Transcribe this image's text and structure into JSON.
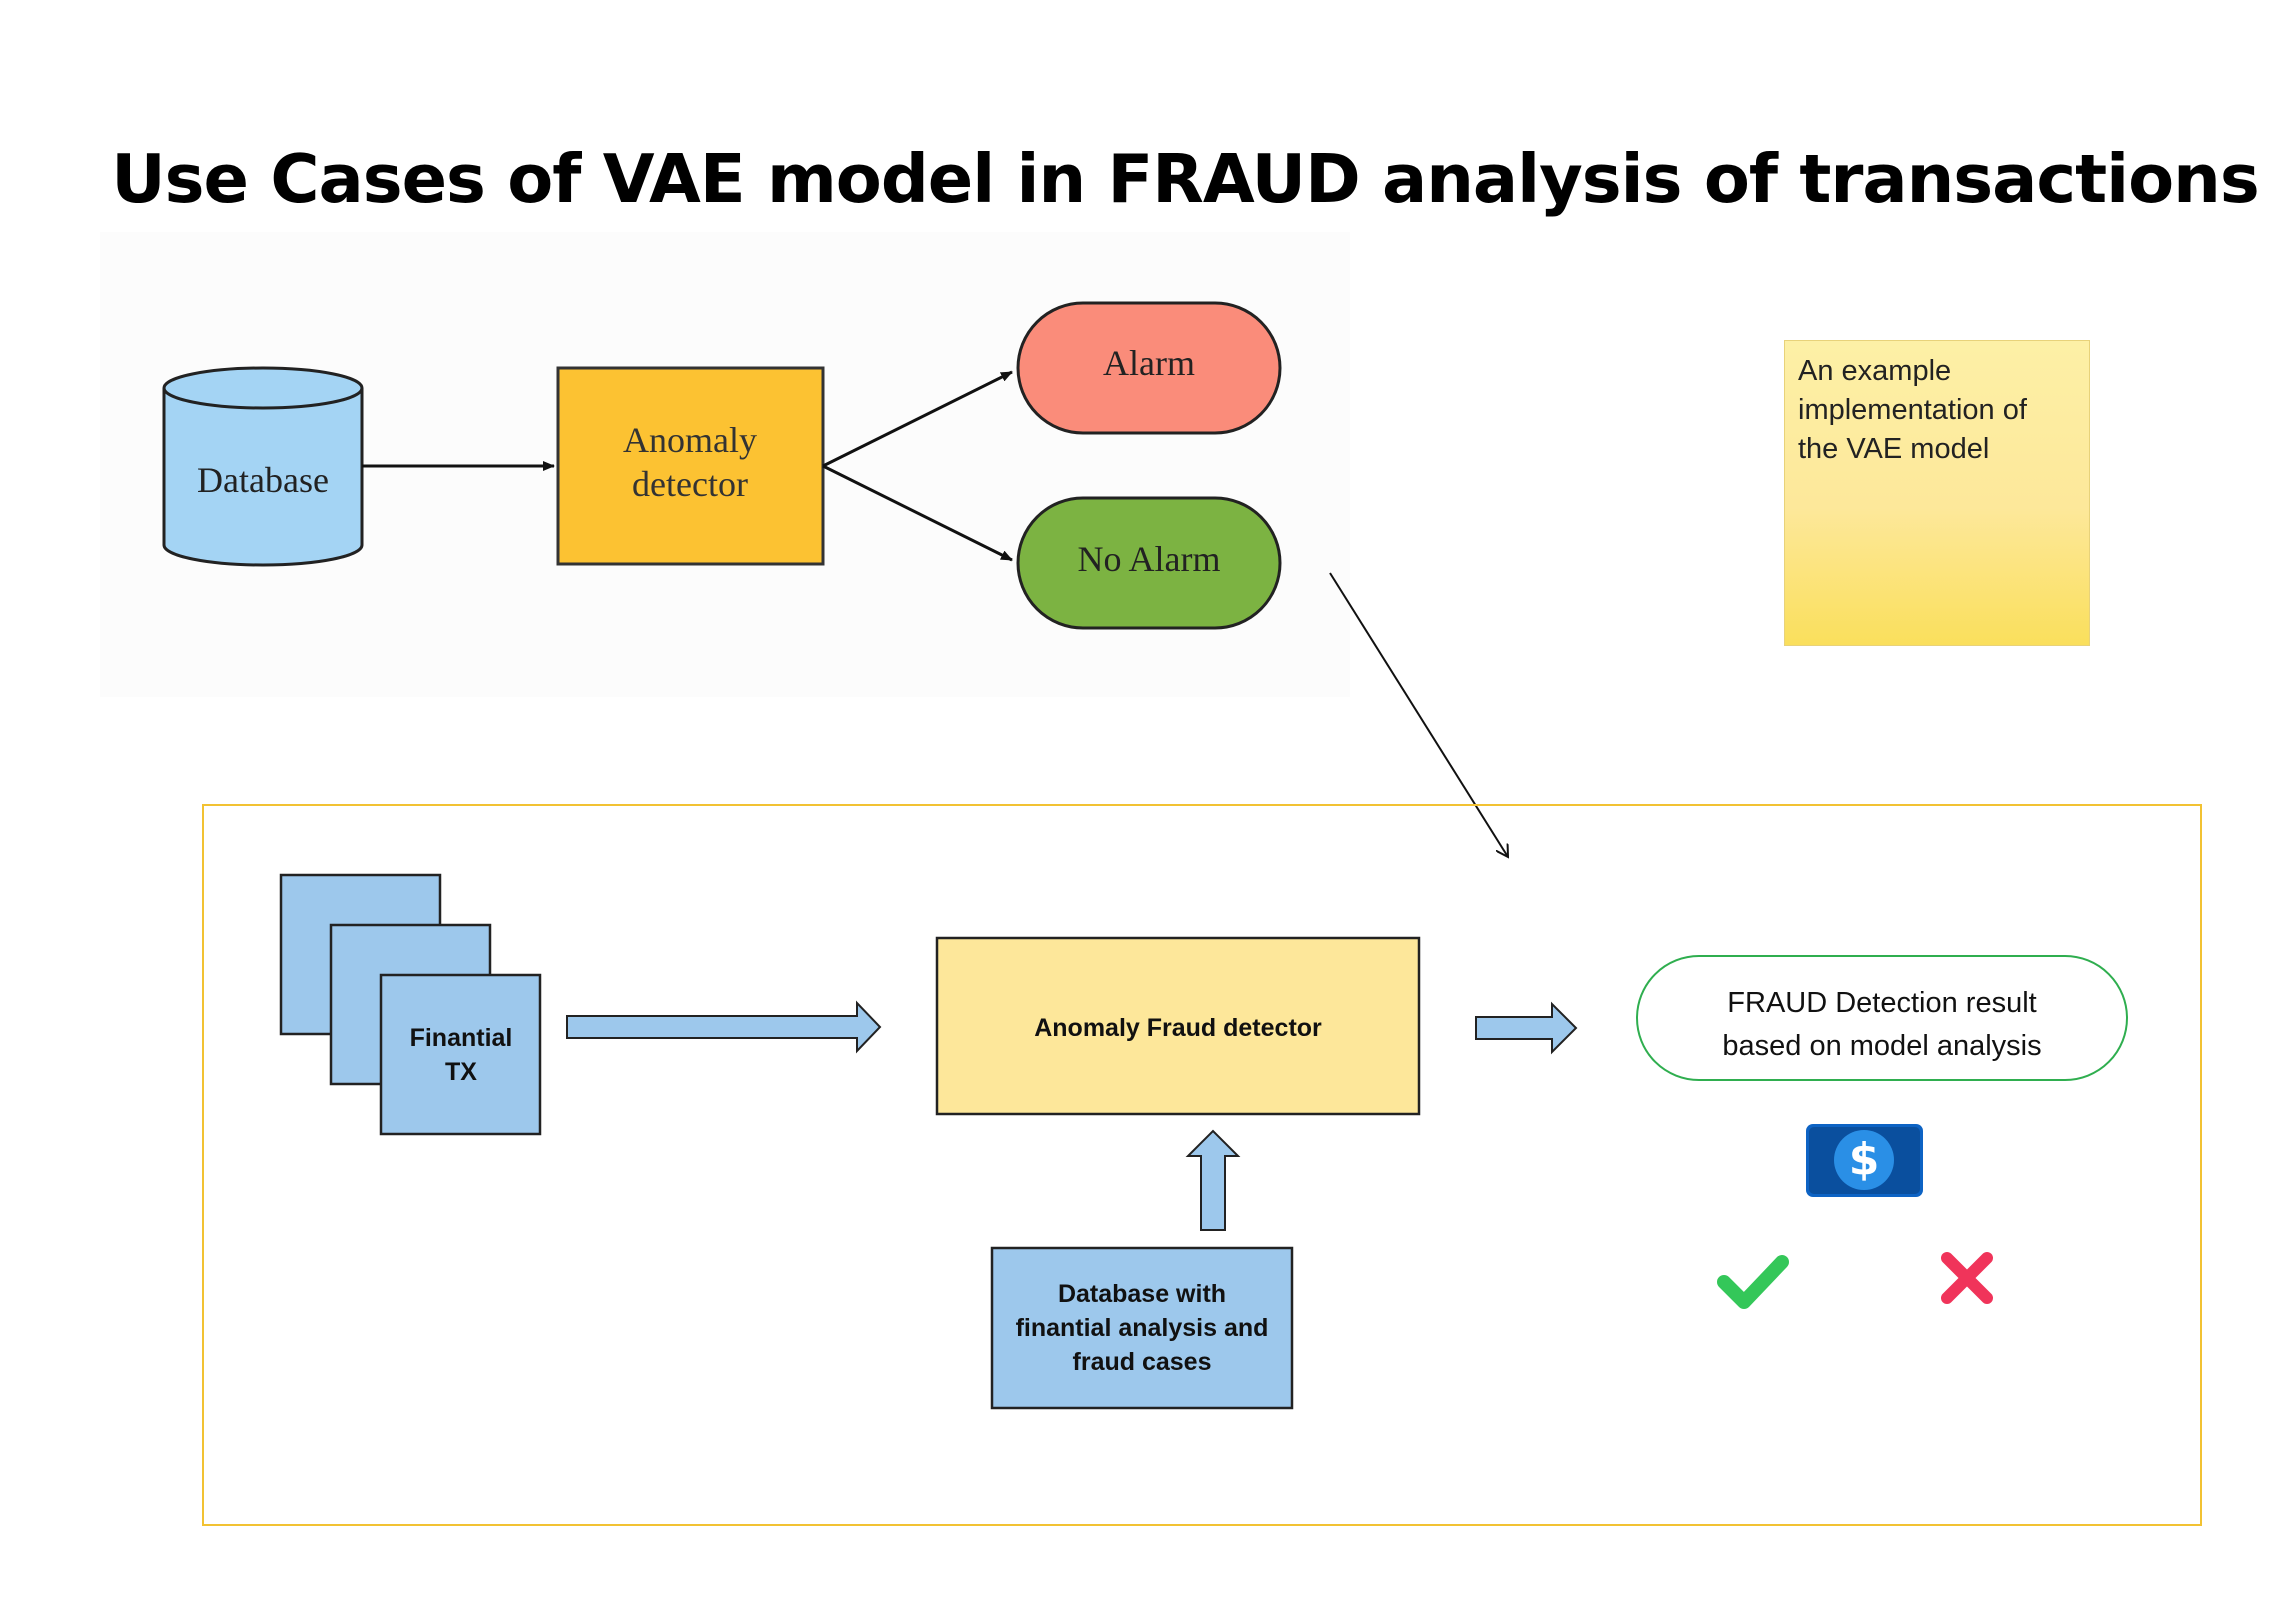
{
  "title": "Use Cases of VAE model in FRAUD analysis of transactions",
  "top_diagram": {
    "database_label": "Database",
    "detector_label_line1": "Anomaly",
    "detector_label_line2": "detector",
    "alarm_label": "Alarm",
    "no_alarm_label": "No Alarm"
  },
  "sticky_note": {
    "line1": "An example",
    "line2": "implementation of",
    "line3": "the VAE model"
  },
  "bottom_diagram": {
    "tx_label_line1": "Finantial",
    "tx_label_line2": "TX",
    "detector_label": "Anomaly Fraud detector",
    "database_line1": "Database with",
    "database_line2": "finantial analysis and",
    "database_line3": "fraud cases",
    "result_line1": "FRAUD Detection result",
    "result_line2": "based on model analysis"
  },
  "icons": [
    "dollar-icon",
    "checkmark-icon",
    "cross-icon"
  ],
  "colors": {
    "database_fill": "#a4d4f4",
    "detector_fill": "#fcc232",
    "alarm_fill": "#fa8c7a",
    "no_alarm_fill": "#7cb342",
    "blue_box_fill": "#9dc8ec",
    "yellow_box_fill": "#fde79a",
    "frame_border": "#f2c232",
    "result_border": "#2fae4f"
  }
}
